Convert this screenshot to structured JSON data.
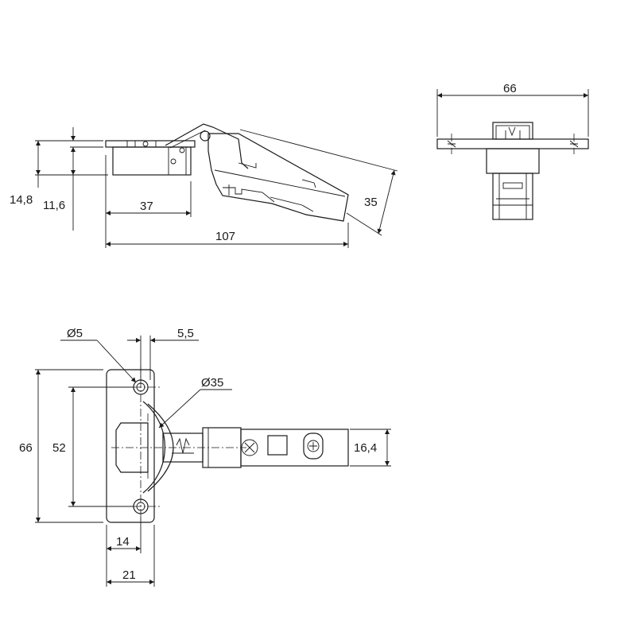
{
  "drawing": {
    "side_view": {
      "dim_total_height": "14,8",
      "dim_cup_height": "11,6",
      "dim_overlay": "37",
      "dim_total_length": "107",
      "dim_arm_height": "35"
    },
    "top_view": {
      "dim_plate_width": "66"
    },
    "front_view": {
      "dim_hole_diameter": "Ø5",
      "dim_hole_offset": "5,5",
      "dim_cup_diameter": "Ø35",
      "dim_plate_height": "66",
      "dim_hole_spacing": "52",
      "dim_arm_width": "16,4",
      "dim_cup_depth": "14",
      "dim_plate_depth": "21"
    }
  }
}
